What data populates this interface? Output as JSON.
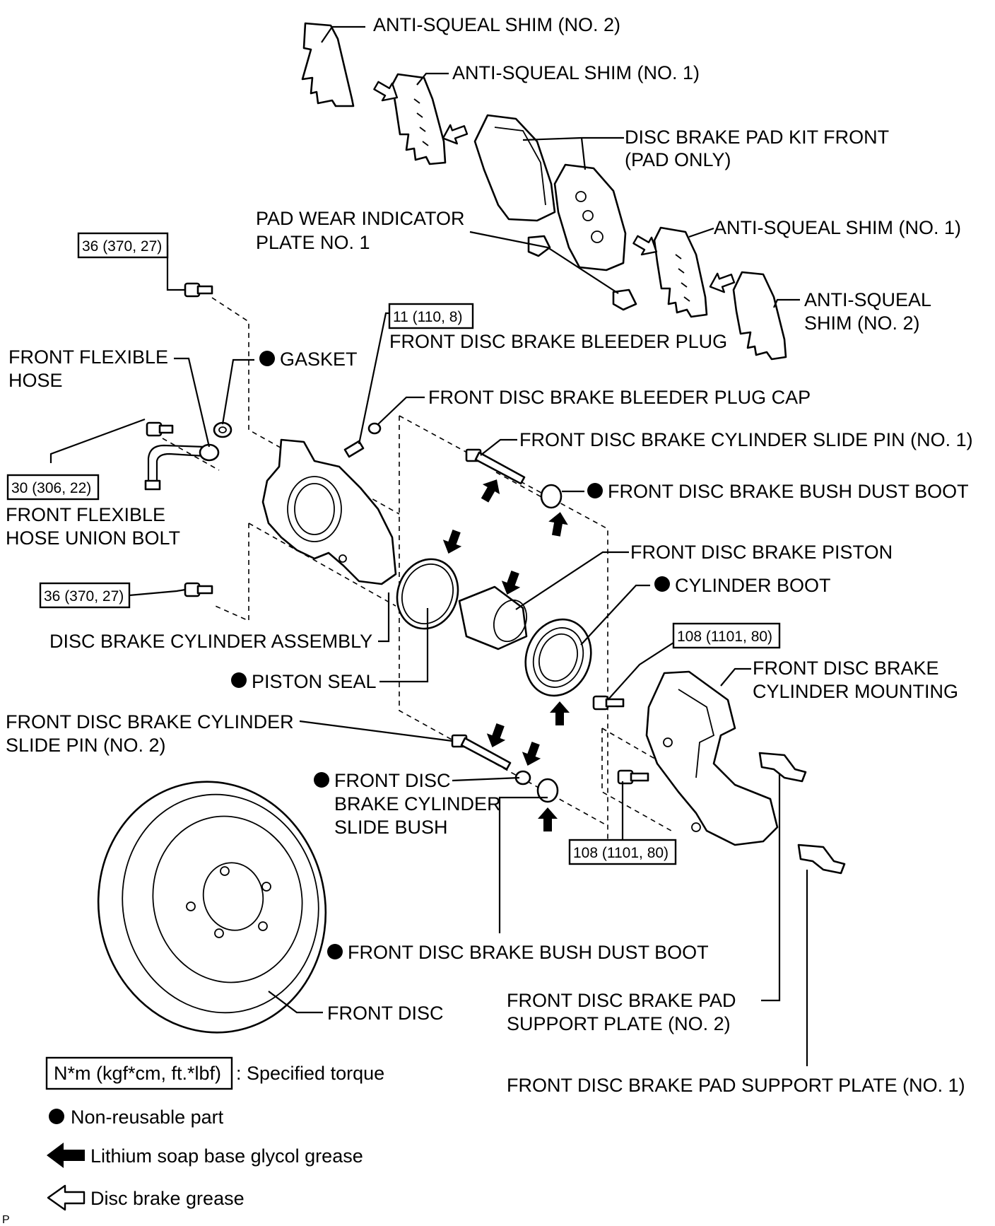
{
  "labels": {
    "shim_no2_top": "ANTI-SQUEAL SHIM (NO. 2)",
    "shim_no1_top": "ANTI-SQUEAL SHIM (NO. 1)",
    "pad_kit_l1": "DISC BRAKE PAD KIT FRONT",
    "pad_kit_l2": "(PAD ONLY)",
    "wear_ind_l1": "PAD WEAR INDICATOR",
    "wear_ind_l2": "PLATE NO. 1",
    "shim_no1_right": "ANTI-SQUEAL SHIM (NO. 1)",
    "shim_no2_right_l1": "ANTI-SQUEAL",
    "shim_no2_right_l2": "SHIM (NO. 2)",
    "bleeder_plug": "FRONT DISC BRAKE BLEEDER PLUG",
    "gasket": "GASKET",
    "flex_hose_l1": "FRONT FLEXIBLE",
    "flex_hose_l2": "HOSE",
    "bleeder_cap": "FRONT DISC BRAKE BLEEDER PLUG CAP",
    "slide_pin1": "FRONT DISC BRAKE CYLINDER SLIDE PIN (NO. 1)",
    "dust_boot_top": "FRONT DISC BRAKE BUSH DUST BOOT",
    "union_bolt_l1": "FRONT FLEXIBLE",
    "union_bolt_l2": "HOSE UNION BOLT",
    "piston": "FRONT DISC BRAKE PISTON",
    "cyl_boot": "CYLINDER BOOT",
    "cyl_assembly": "DISC BRAKE CYLINDER ASSEMBLY",
    "piston_seal": "PISTON SEAL",
    "mounting_l1": "FRONT DISC BRAKE",
    "mounting_l2": "CYLINDER MOUNTING",
    "slide_pin2_l1": "FRONT DISC BRAKE CYLINDER",
    "slide_pin2_l2": "SLIDE PIN (NO. 2)",
    "slide_bush_l1": "FRONT DISC",
    "slide_bush_l2": "BRAKE CYLINDER",
    "slide_bush_l3": "SLIDE BUSH",
    "dust_boot_bottom": "FRONT DISC BRAKE BUSH DUST BOOT",
    "front_disc": "FRONT DISC",
    "support_plate2_l1": "FRONT DISC BRAKE PAD",
    "support_plate2_l2": "SUPPORT PLATE (NO. 2)",
    "support_plate1": "FRONT DISC BRAKE PAD SUPPORT PLATE (NO. 1)",
    "corner_mark": "P"
  },
  "torques": {
    "t_top_left": "36 (370, 27)",
    "t_bleeder": "11 (110, 8)",
    "t_union": "30 (306, 22)",
    "t_lower_left": "36 (370, 27)",
    "t_mount_top": "108 (1101, 80)",
    "t_mount_bottom": "108 (1101, 80)"
  },
  "legend": {
    "torque_box": "N*m (kgf*cm, ft.*lbf)",
    "torque_text": ": Specified torque",
    "nonreusable": "Non-reusable part",
    "lithium": "Lithium soap base glycol grease",
    "disc_grease": "Disc brake grease"
  }
}
